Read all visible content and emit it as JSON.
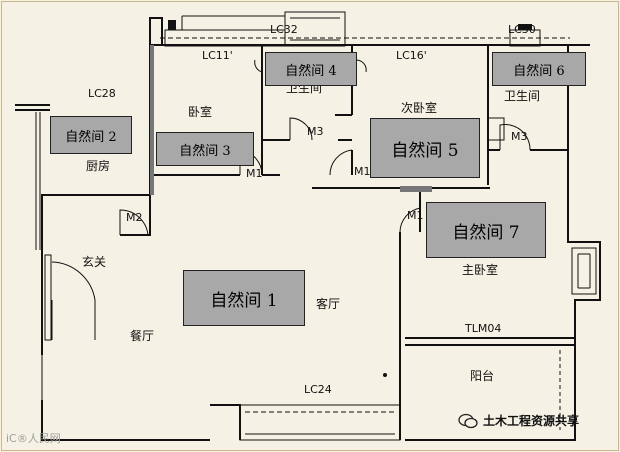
{
  "tags": [
    {
      "id": "t1",
      "text": "自然间 1"
    },
    {
      "id": "t2",
      "text": "自然间 2"
    },
    {
      "id": "t3",
      "text": "自然间 3"
    },
    {
      "id": "t4",
      "text": "自然间 4"
    },
    {
      "id": "t5",
      "text": "自然间 5"
    },
    {
      "id": "t6",
      "text": "自然间 6"
    },
    {
      "id": "t7",
      "text": "自然间 7"
    }
  ],
  "rooms": {
    "bedroom": "卧室",
    "bathroom_a": "卫生间",
    "second_bedroom": "次卧室",
    "bathroom_b": "卫生间",
    "kitchen": "厨房",
    "foyer": "玄关",
    "living_room": "客厅",
    "dining_room": "餐厅",
    "master_bedroom": "主卧室",
    "balcony": "阳台"
  },
  "codes": {
    "lc28": "LC28",
    "lc11": "LC11'",
    "lc32": "LC32",
    "lc16": "LC16'",
    "lc30": "LC30",
    "lc24": "LC24",
    "tlm04": "TLM04",
    "m1_a": "M1",
    "m1_b": "M1",
    "m1_c": "M1",
    "m2": "M2",
    "m3_a": "M3",
    "m3_b": "M3"
  },
  "watermarks": {
    "left": "iC®人民网",
    "right": "土木工程资源共享"
  }
}
